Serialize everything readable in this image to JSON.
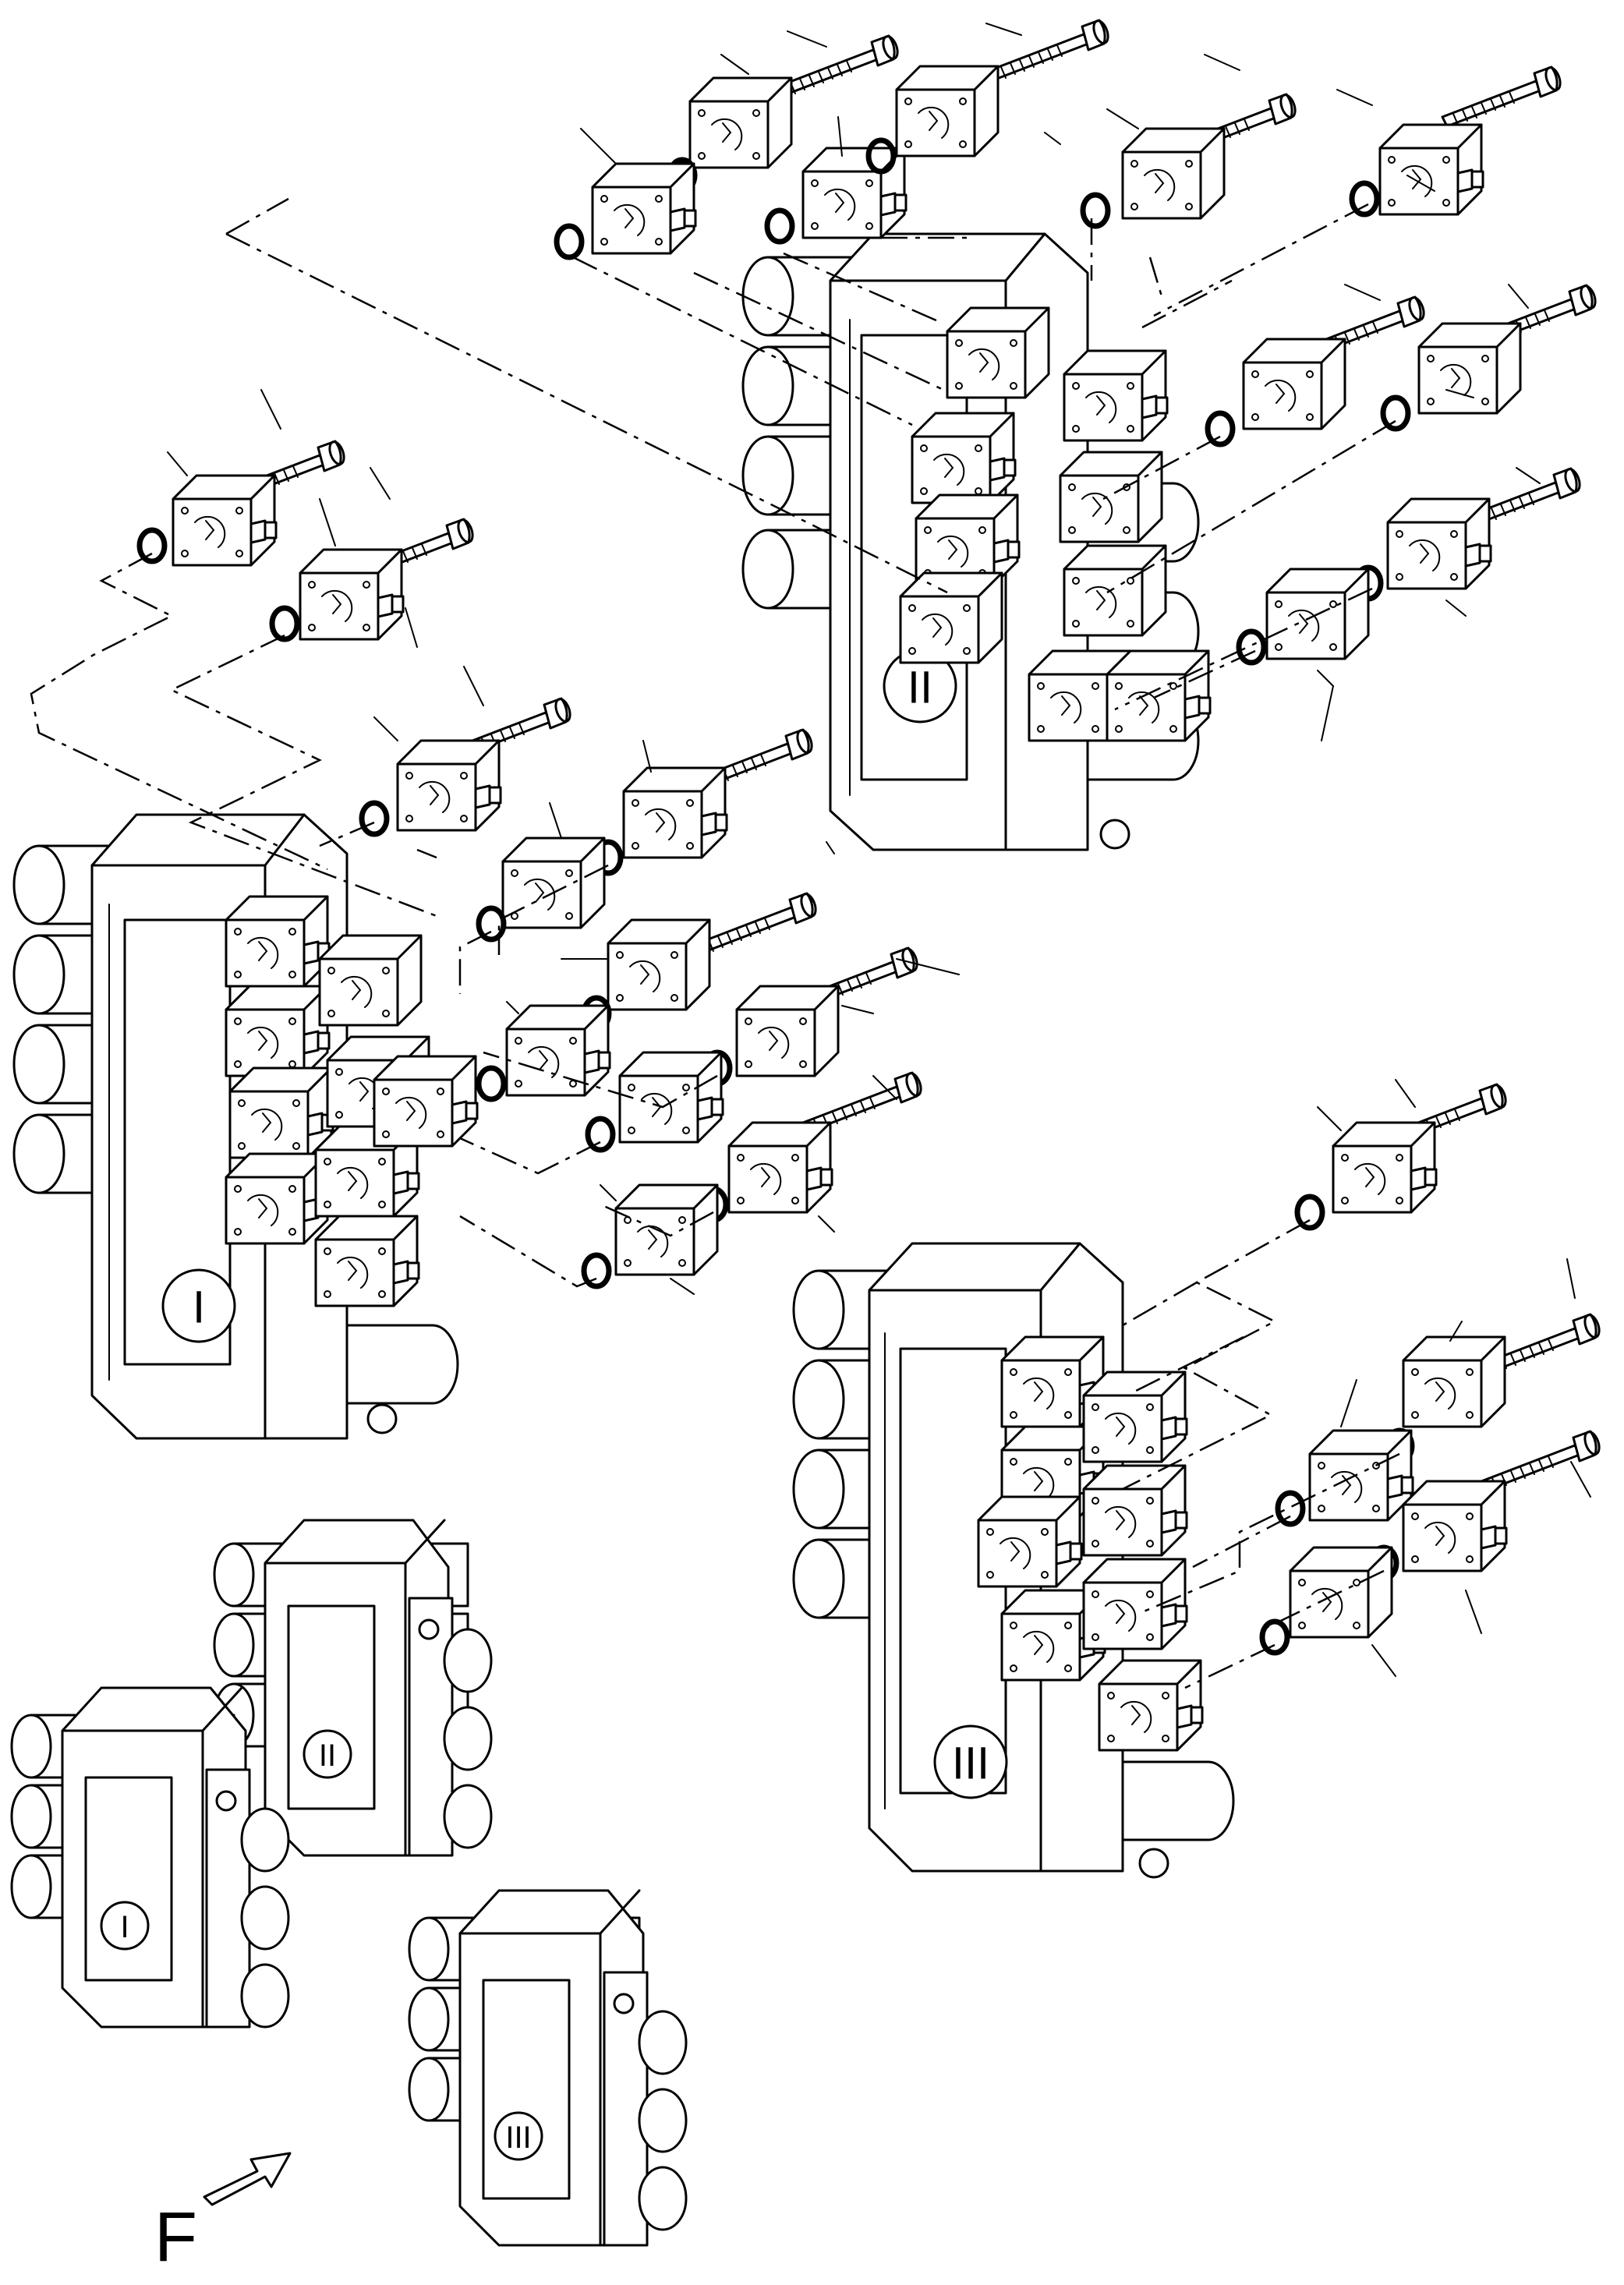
{
  "diagram": {
    "valve_labels": {
      "valve_1": "I",
      "valve_2": "II",
      "valve_3": "III"
    },
    "overview_labels": {
      "valve_1": "I",
      "valve_2": "II",
      "valve_3": "III"
    },
    "view_arrow_label": "F"
  }
}
